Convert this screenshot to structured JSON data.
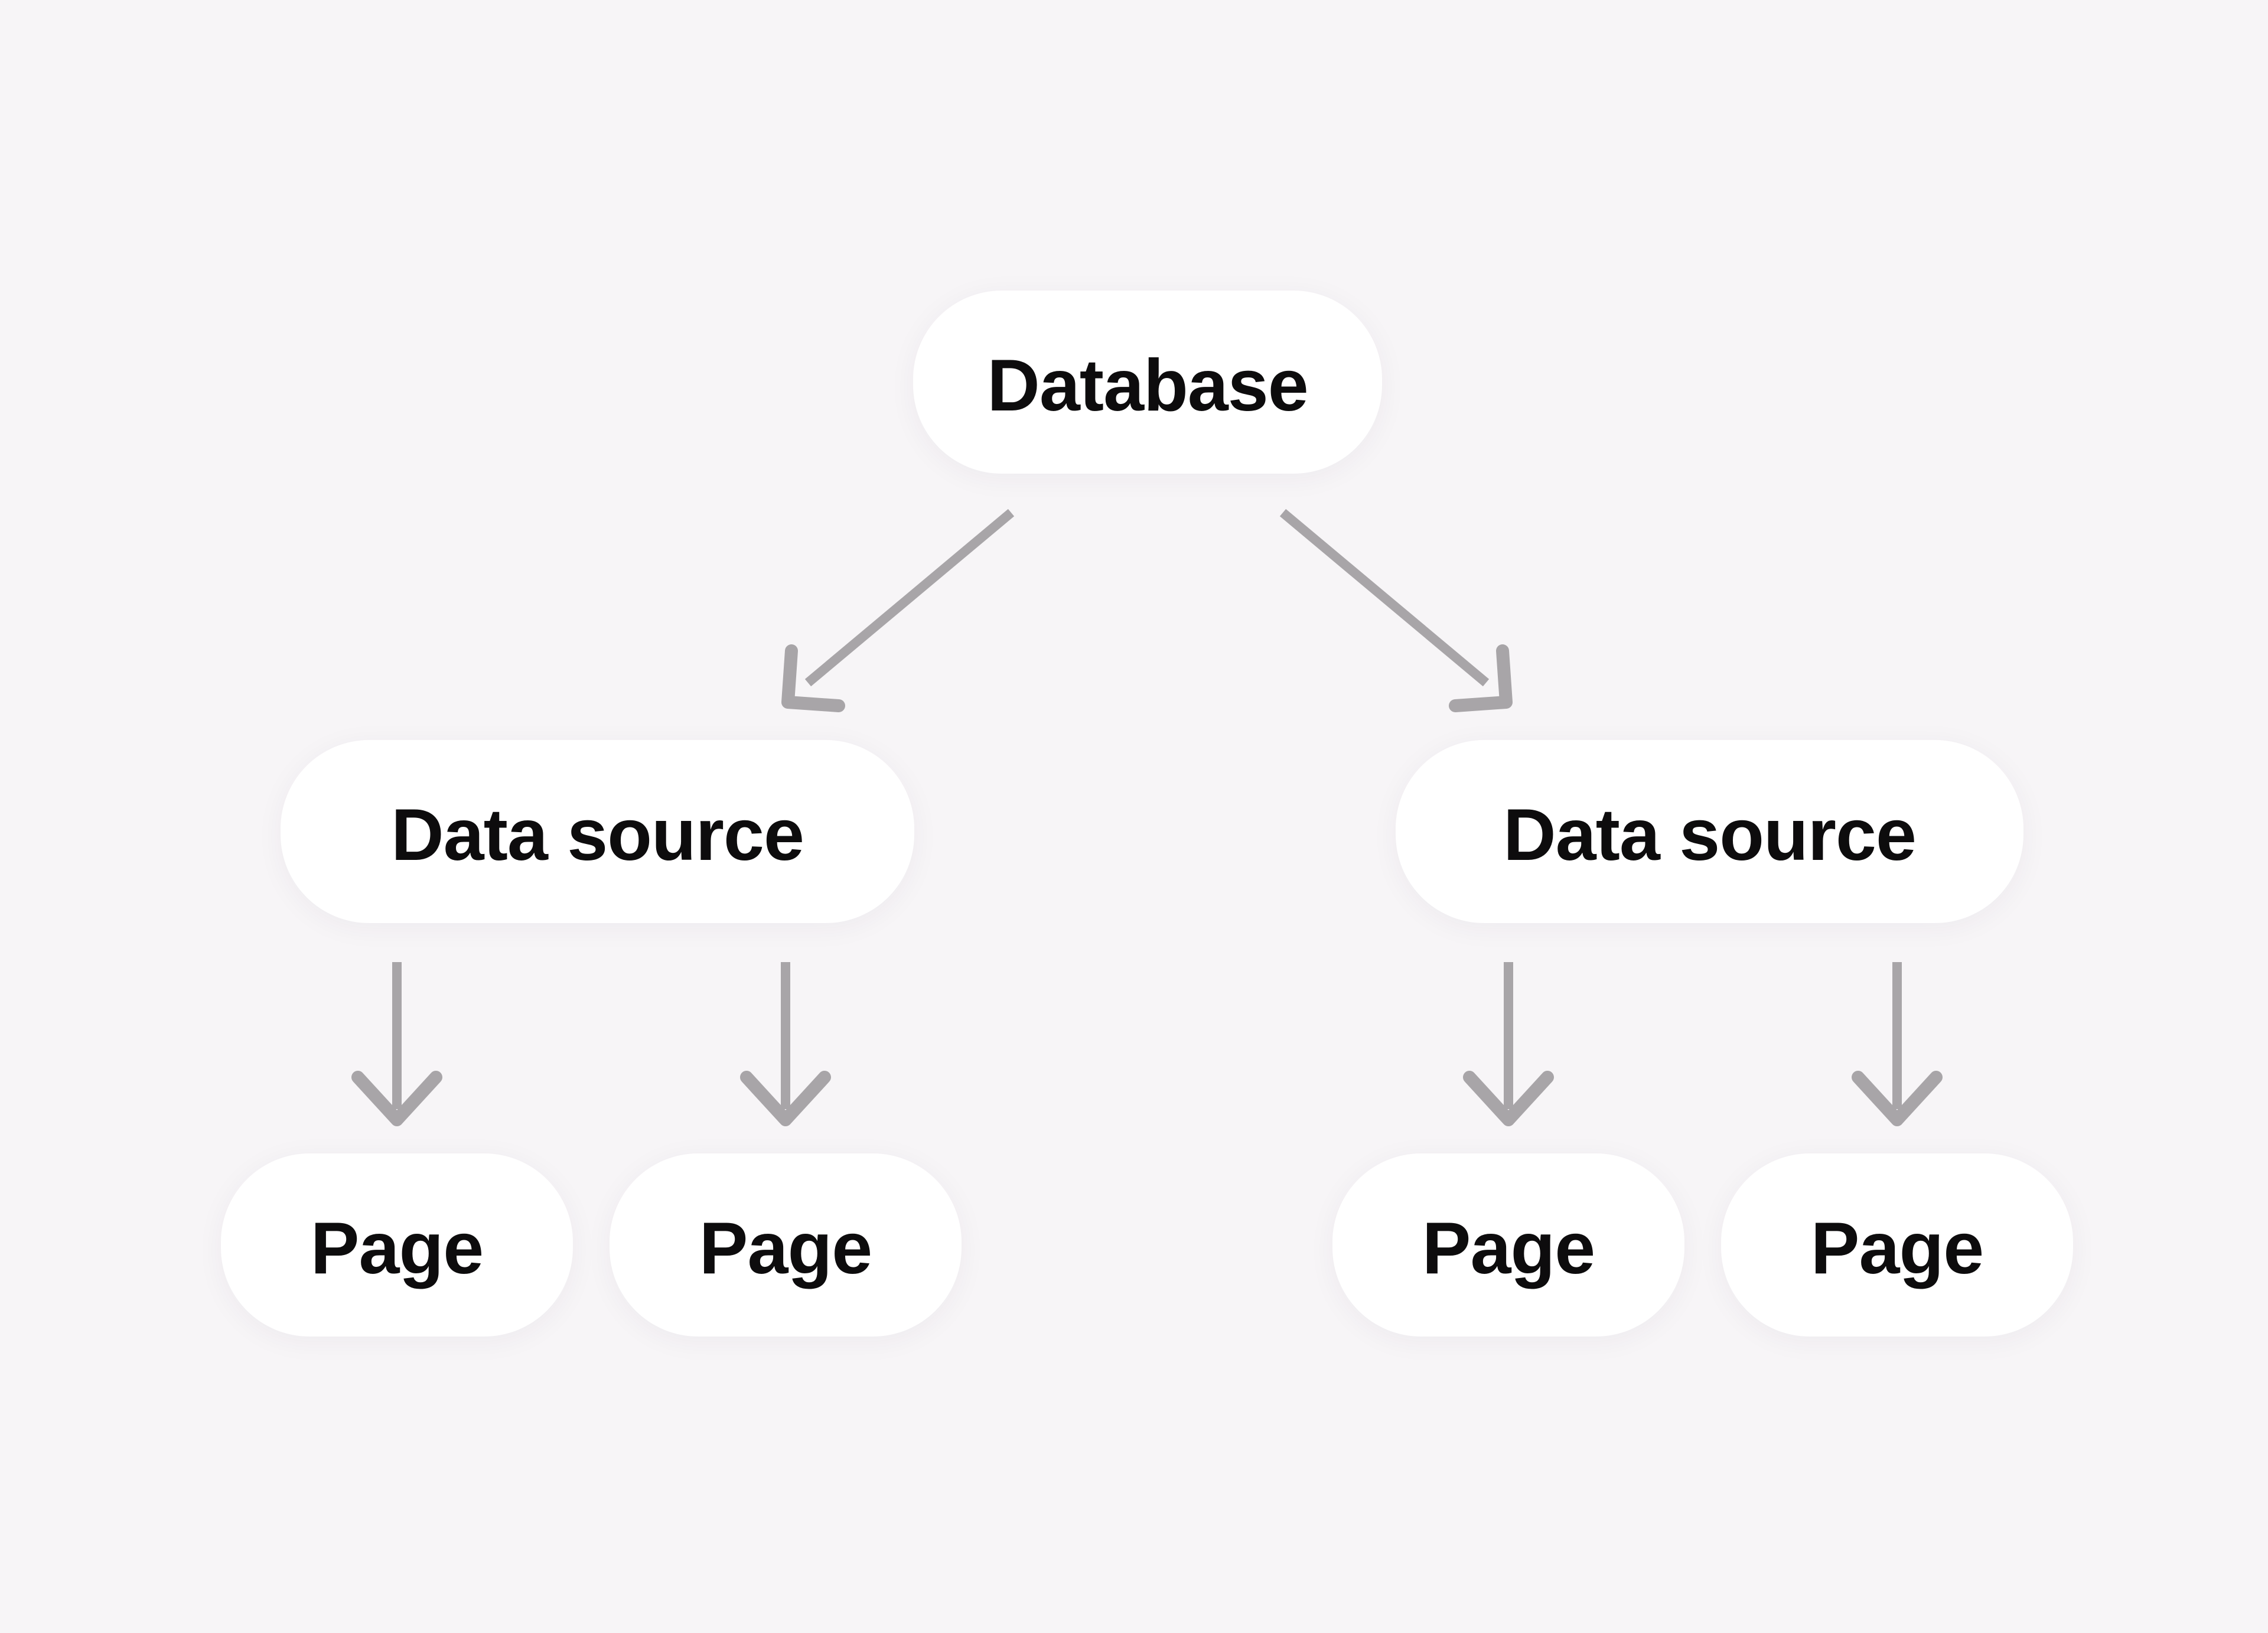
{
  "colors": {
    "background": "#f7f5f7",
    "node_fill": "#ffffff",
    "arrow": "#a8a5a8",
    "text": "#0d0c0d"
  },
  "nodes": {
    "database": {
      "label": "Database"
    },
    "data_source_left": {
      "label": "Data source"
    },
    "data_source_right": {
      "label": "Data source"
    },
    "pages": [
      {
        "label": "Page"
      },
      {
        "label": "Page"
      },
      {
        "label": "Page"
      },
      {
        "label": "Page"
      }
    ]
  }
}
